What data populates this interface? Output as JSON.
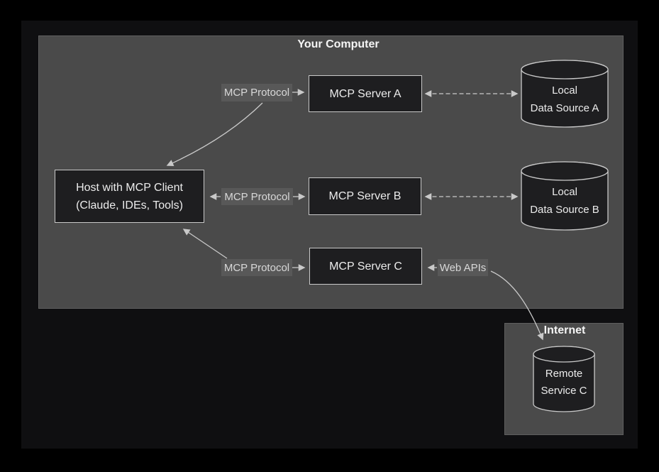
{
  "diagram": {
    "your_computer_title": "Your Computer",
    "internet_title": "Internet",
    "host": {
      "line1": "Host with MCP Client",
      "line2": "(Claude, IDEs, Tools)"
    },
    "servers": [
      {
        "label": "MCP Server A"
      },
      {
        "label": "MCP Server B"
      },
      {
        "label": "MCP Server C"
      }
    ],
    "data_sources": [
      {
        "line1": "Local",
        "line2": "Data Source A"
      },
      {
        "line1": "Local",
        "line2": "Data Source B"
      }
    ],
    "remote_service": {
      "line1": "Remote",
      "line2": "Service C"
    },
    "edge_labels": {
      "mcp_protocol_a": "MCP Protocol",
      "mcp_protocol_b": "MCP Protocol",
      "mcp_protocol_c": "MCP Protocol",
      "web_apis": "Web APIs"
    },
    "colors": {
      "page_bg": "#000000",
      "canvas_bg": "#0f0f11",
      "panel_bg": "#4a4a4a",
      "panel_border": "#5f5f5f",
      "node_bg": "#1e1e20",
      "node_border": "#c9c9c9",
      "node_text": "#ececec",
      "label_bg": "#585858",
      "label_text": "#d8d8d8",
      "title_text": "#f5f5f5",
      "arrow": "#c9c9c9"
    }
  }
}
